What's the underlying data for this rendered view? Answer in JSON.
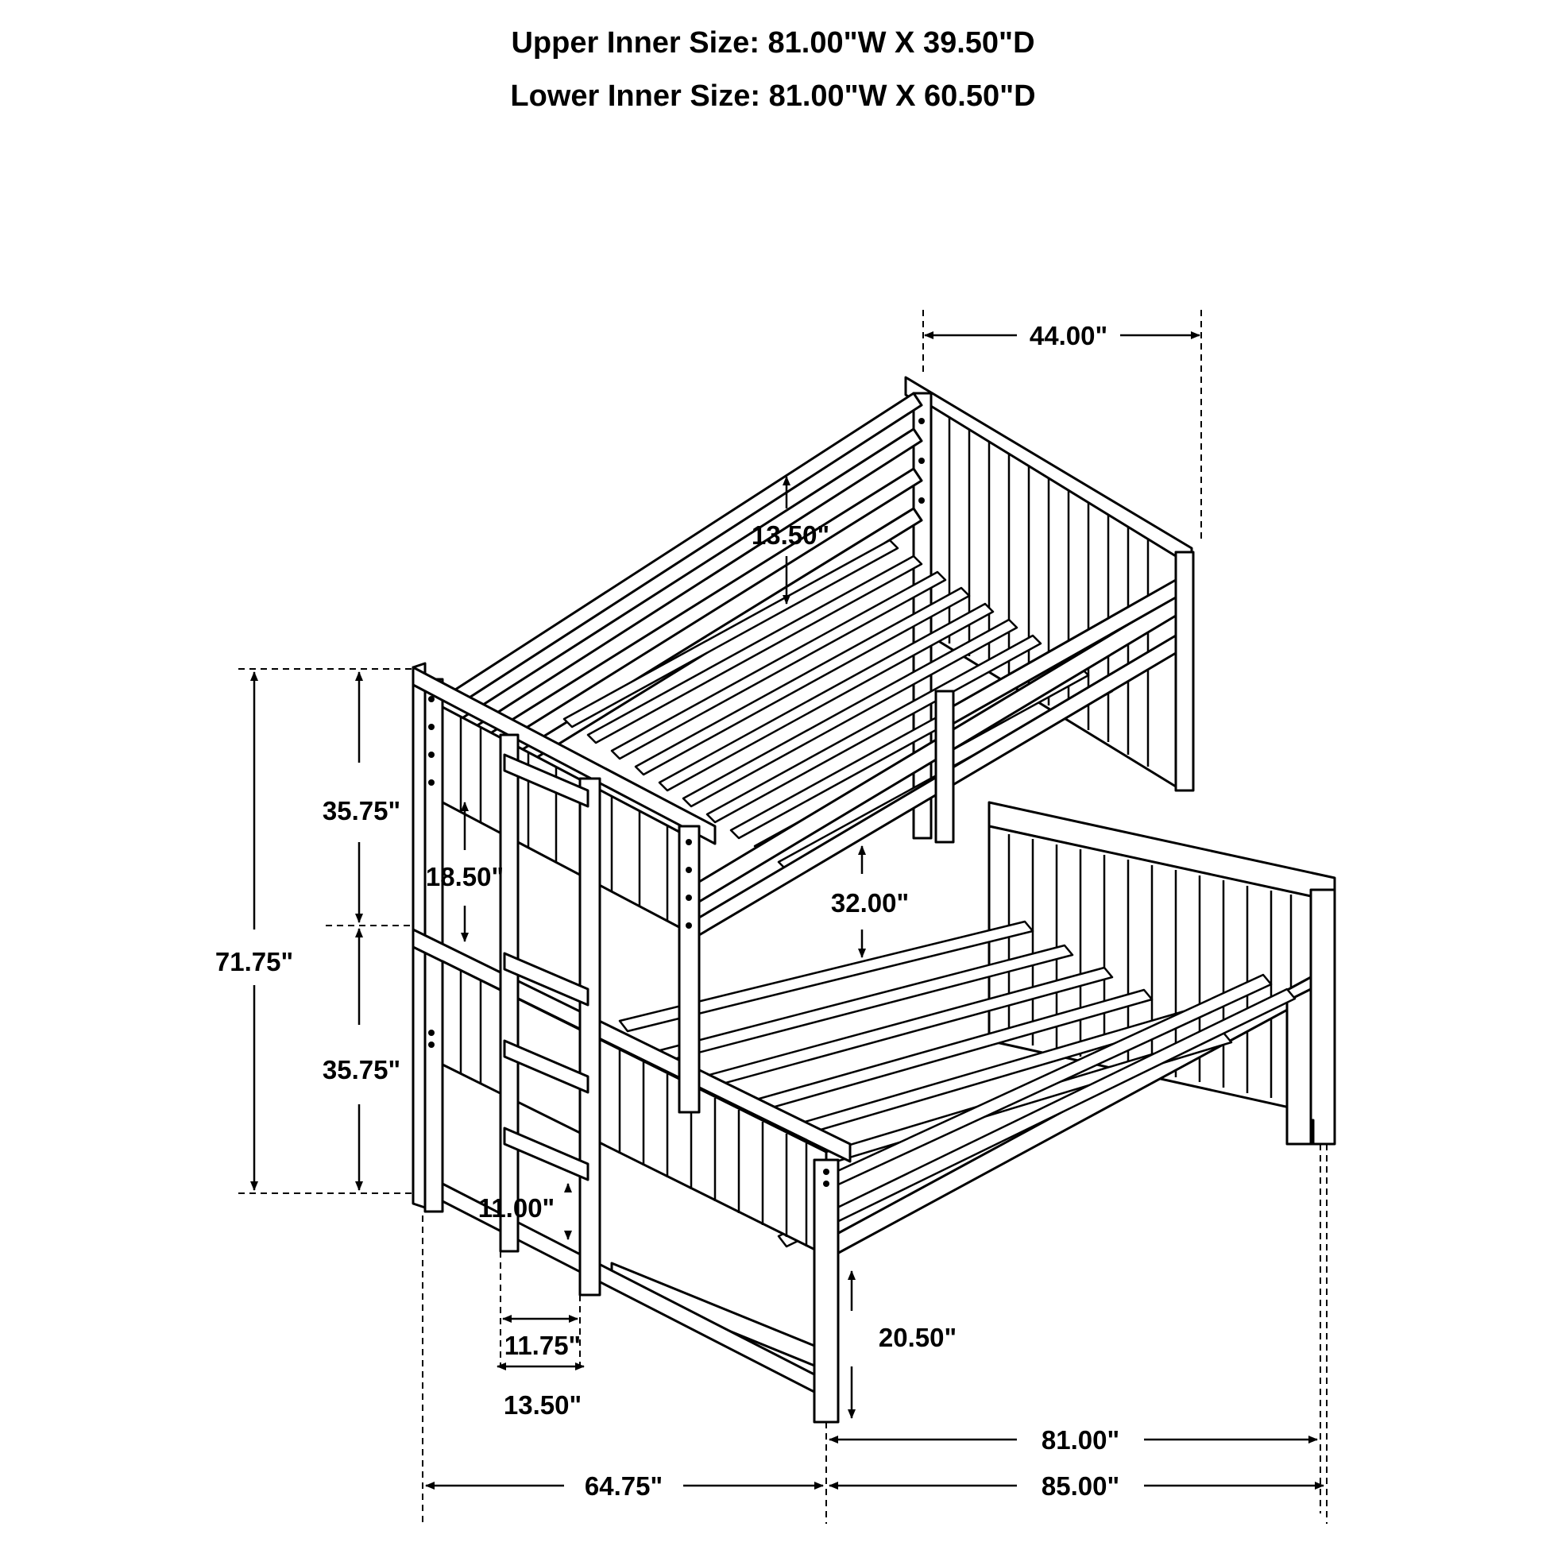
{
  "header": {
    "upper_inner_size": "Upper Inner Size: 81.00\"W X 39.50\"D",
    "lower_inner_size": "Lower Inner Size: 81.00\"W X 60.50\"D"
  },
  "dimensions": {
    "top_width": "44.00\"",
    "guardrail_height": "13.50\"",
    "overall_height": "71.75\"",
    "upper_section_height": "35.75\"",
    "lower_section_height": "35.75\"",
    "ladder_rung_gap": "18.50\"",
    "bunk_clearance": "32.00\"",
    "bottom_rung_height": "11.00\"",
    "ladder_inner_width": "11.75\"",
    "ladder_outer_width": "13.50\"",
    "lower_rail_height": "20.50\"",
    "inner_length": "81.00\"",
    "overall_depth": "64.75\"",
    "overall_length": "85.00\""
  }
}
